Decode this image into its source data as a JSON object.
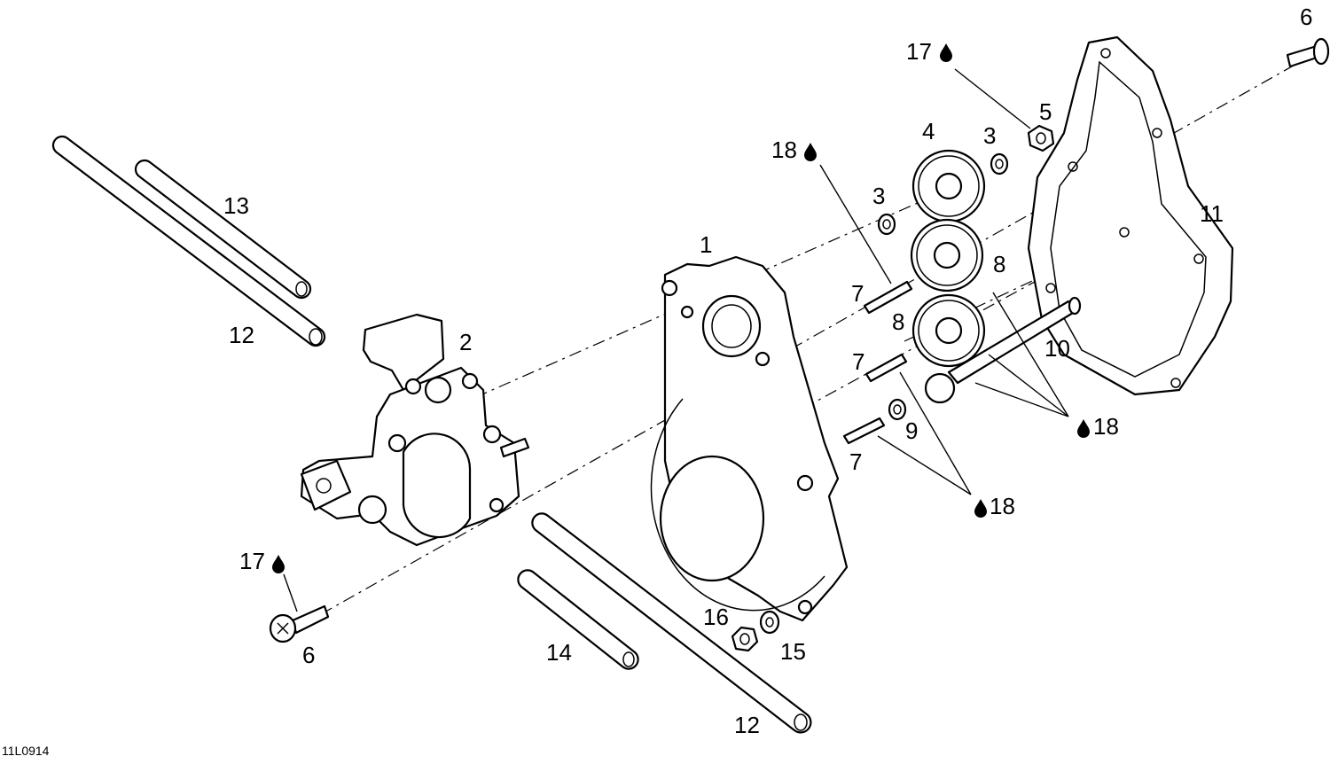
{
  "figure_ref": "11L0914",
  "labels": {
    "p1": "1",
    "p2": "2",
    "p3a": "3",
    "p3b": "3",
    "p4": "4",
    "p5": "5",
    "p6_top": "6",
    "p6_bottom": "6",
    "p7a": "7",
    "p7b": "7",
    "p7c": "7",
    "p8a": "8",
    "p8b": "8",
    "p9": "9",
    "p10": "10",
    "p11": "11",
    "p12_top": "12",
    "p12_bottom": "12",
    "p13": "13",
    "p14": "14",
    "p15": "15",
    "p16": "16",
    "p17_top": "17",
    "p17_bottom": "17",
    "p18_top": "18",
    "p18_gears": "18",
    "p18_pins": "18"
  },
  "lubricant_icon": "oil-drop-icon"
}
